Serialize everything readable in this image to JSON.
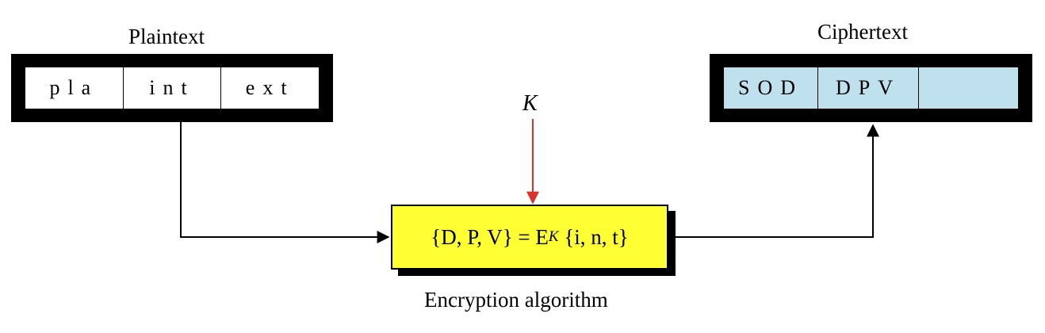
{
  "plaintext": {
    "label": "Plaintext",
    "blocks": [
      "pla",
      "int",
      "ext"
    ]
  },
  "ciphertext": {
    "label": "Ciphertext",
    "blocks": [
      "SOD",
      "DPV",
      ""
    ]
  },
  "key": {
    "label": "K"
  },
  "algorithm": {
    "label": "Encryption algorithm",
    "lhs": "{D, P, V} = E",
    "subscript": "K",
    "rhs": " {i, n, t}"
  },
  "colors": {
    "cipher_fill": "#bfe1ee",
    "algorithm_fill": "#ffff33",
    "key_arrow": "#d9322b"
  }
}
